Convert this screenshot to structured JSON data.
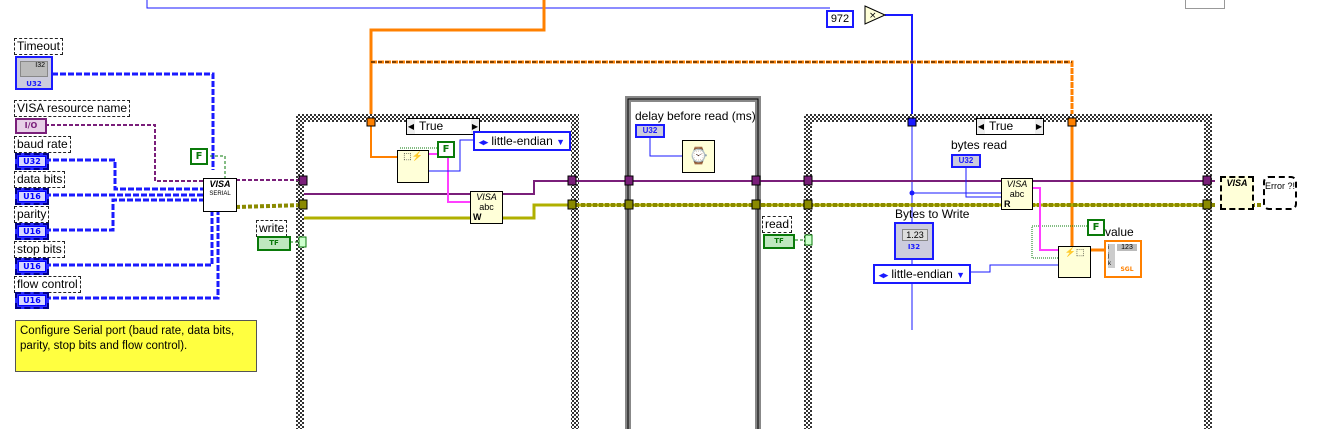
{
  "controls": {
    "timeout": {
      "label": "Timeout",
      "type": "U32",
      "value": "I32"
    },
    "visa_resource_name": {
      "label": "VISA resource name",
      "type": "I/O"
    },
    "baud_rate": {
      "label": "baud rate",
      "type": "U32"
    },
    "data_bits": {
      "label": "data bits",
      "type": "U16"
    },
    "parity": {
      "label": "parity",
      "type": "U16"
    },
    "stop_bits": {
      "label": "stop bits",
      "type": "U16"
    },
    "flow_control": {
      "label": "flow control",
      "type": "U16"
    },
    "write": {
      "label": "write",
      "type": "TF"
    },
    "read": {
      "label": "read",
      "type": "TF"
    },
    "delay_before_read": {
      "label": "delay before read (ms)",
      "type": "U32"
    },
    "bytes_read": {
      "label": "bytes read",
      "type": "U32"
    },
    "bytes_to_write": {
      "label": "Bytes to Write",
      "value": "1.23",
      "type": "I32"
    },
    "value": {
      "label": "value",
      "type": "SGL",
      "display": "123",
      "indices": [
        "i",
        "j",
        "k"
      ]
    }
  },
  "constants": {
    "multiplier": "972",
    "false_const": "F",
    "endian_1": "little-endian",
    "endian_2": "little-endian"
  },
  "case_structures": {
    "write_case": "True",
    "read_case": "True"
  },
  "nodes": {
    "visa_serial": {
      "line1": "VISA",
      "line2": "SERIAL"
    },
    "visa_write": {
      "line1": "VISA",
      "line2": "abc",
      "line3": "W"
    },
    "visa_read": {
      "line1": "VISA",
      "line2": "abc",
      "line3": "R"
    },
    "visa_close": "VISA",
    "error_handler": "Error ?!"
  },
  "comment": "Configure Serial port (baud rate, data bits, parity, stop bits and flow control).",
  "colors": {
    "int_wire": "#1a1aff",
    "error_wire": "#8a8a00",
    "visa_wire": "#7a1f7a",
    "cluster_wire": "#ff8000",
    "bool_wire": "#0a7a0a",
    "string_wire": "#ff40ff"
  }
}
